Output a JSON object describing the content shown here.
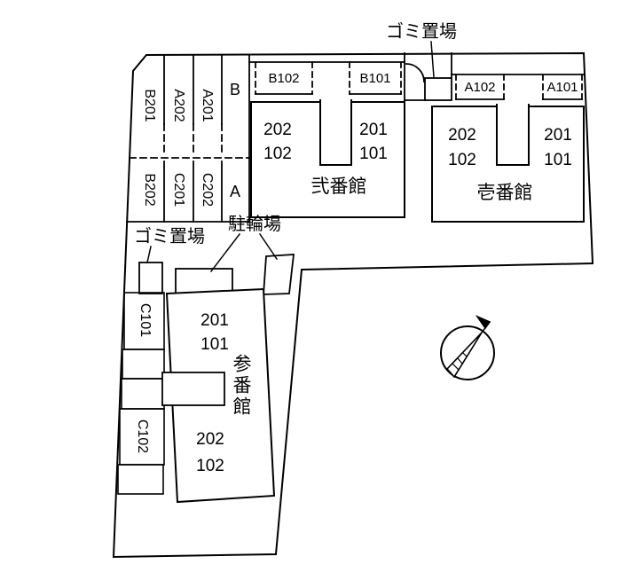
{
  "site": {
    "trash_area_top_label": "ゴミ置場",
    "trash_area_left_label": "ゴミ置場",
    "bicycle_parking_label": "駐輪場",
    "section_b_label": "B",
    "section_a_label": "A"
  },
  "parking_stalls": {
    "top_row": [
      "B201",
      "A202",
      "A201"
    ],
    "bottom_row": [
      "B202",
      "C201",
      "C202"
    ],
    "upper_strip_left": [
      "B102",
      "B101"
    ],
    "upper_strip_right": [
      "A102",
      "A101"
    ],
    "west_column": [
      "C101",
      "C102"
    ]
  },
  "buildings": {
    "nibankan": {
      "name": "弐番館",
      "left_rooms": [
        "202",
        "102"
      ],
      "right_rooms": [
        "201",
        "101"
      ]
    },
    "ichibankan": {
      "name": "壱番館",
      "left_rooms": [
        "202",
        "102"
      ],
      "right_rooms": [
        "201",
        "101"
      ]
    },
    "sanbankan": {
      "name": "参番館",
      "upper_rooms": [
        "201",
        "101"
      ],
      "lower_rooms": [
        "202",
        "102"
      ]
    }
  }
}
